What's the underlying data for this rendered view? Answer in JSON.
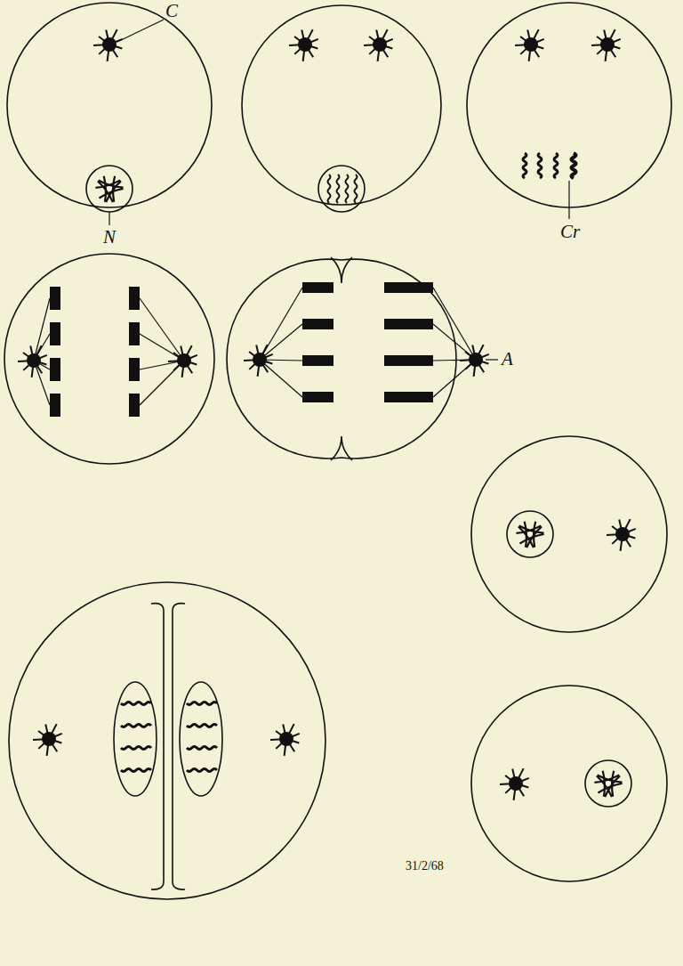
{
  "diagram": {
    "labels": [
      "C",
      "N",
      "Cr",
      "A",
      "31/2/68"
    ]
  }
}
